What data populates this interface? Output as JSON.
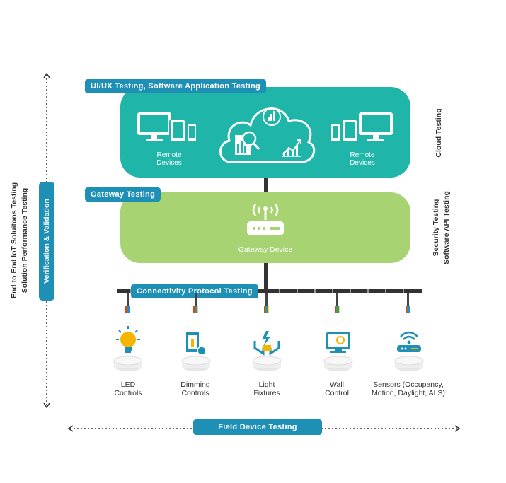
{
  "tags": {
    "uiux": "UI/UX Testing, Software Application Testing",
    "gateway": "Gateway Testing",
    "connectivity": "Connectivity Protocol Testing",
    "verification": "Verification & Validation",
    "field": "Field Device Testing"
  },
  "side_labels": {
    "e2e": "End to End IoT Soluitons Testing",
    "solution_perf": "Solution Performance Testing",
    "cloud": "Cloud Testing",
    "security": "Security Testing",
    "software_api": "Software API Testing"
  },
  "cloud": {
    "remote_left": [
      "Remote",
      "Devices"
    ],
    "remote_right": [
      "Remote",
      "Devices"
    ]
  },
  "gateway": {
    "label": "Gateway Device"
  },
  "devices": [
    {
      "line1": "LED",
      "line2": "Controls",
      "icon": "bulb-icon"
    },
    {
      "line1": "Dimming",
      "line2": "Controls",
      "icon": "dimmer-icon"
    },
    {
      "line1": "Light",
      "line2": "Fixtures",
      "icon": "fixture-icon"
    },
    {
      "line1": "Wall",
      "line2": "Control",
      "icon": "wall-control-icon"
    },
    {
      "line1": "Sensors (Occupancy,",
      "line2": "Motion, Daylight, ALS)",
      "icon": "sensor-icon"
    }
  ],
  "colors": {
    "tag_blue": "#1e8fb5",
    "cloud_teal": "#1fb5a9",
    "gateway_green": "#a8d373",
    "icon_blue": "#1e8fb5"
  }
}
